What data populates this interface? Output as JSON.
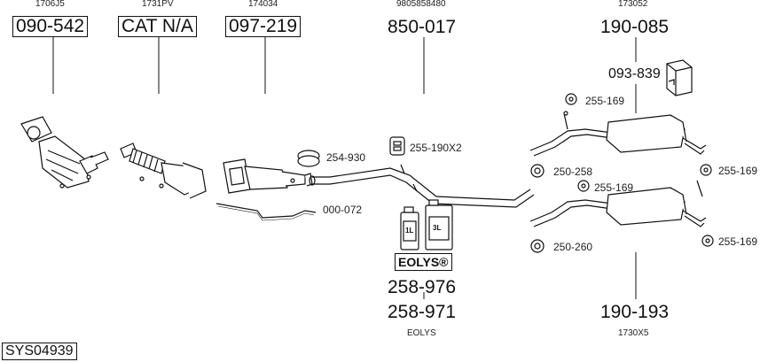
{
  "diagram": {
    "system_id": "SYS04939",
    "colors": {
      "line": "#111111",
      "background": "#ffffff"
    },
    "columns": [
      {
        "ref": "1706J5",
        "code": "090-542"
      },
      {
        "ref": "1731PV",
        "code": "CAT N/A"
      },
      {
        "ref": "174034",
        "code": "097-219"
      },
      {
        "ref": "9805858480",
        "code": "850-017"
      },
      {
        "ref": "173052",
        "code": "190-085"
      }
    ],
    "parts": {
      "p093_839": "093-839",
      "p255_169_a": "255-169",
      "p255_169_b": "255-169",
      "p255_169_c": "255-169",
      "p255_169_d": "255-169",
      "p250_258": "250-258",
      "p250_260": "250-260",
      "p254_930": "254-930",
      "p255_190x2": "255-190X2",
      "p000_072": "000-072"
    },
    "eolys": {
      "badge": "EOLYS®",
      "can_1l": "1L",
      "can_3l": "3L",
      "code_1": "258-976",
      "code_2": "258-971",
      "ref": "EOLYS"
    },
    "rear": {
      "code": "190-193",
      "ref": "1730X5"
    }
  }
}
